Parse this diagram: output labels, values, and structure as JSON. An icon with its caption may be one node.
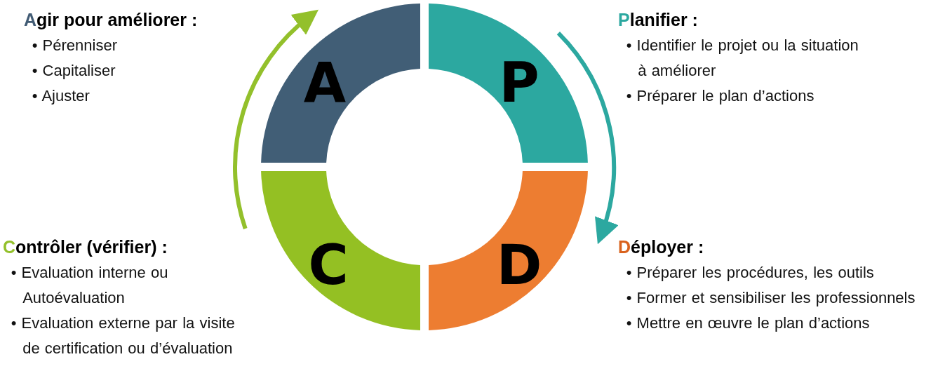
{
  "diagram": {
    "nodes": [
      {
        "text": [
          "A"
        ],
        "beside": [
          "Agir pour améliorer :",
          "• Pérenniser",
          "• Capitaliser",
          "• Ajuster"
        ]
      },
      {
        "text": [
          "P"
        ],
        "beside": [
          "Planifier :",
          "• Identifier le projet ou la situation à améliorer",
          "• Préparer le plan d’actions"
        ]
      },
      {
        "text": [
          "C"
        ],
        "beside": [
          "Contrôler (vérifier) :",
          "• Evaluation interne ou Autoévaluation",
          "• Evaluation externe par la visite de certification ou d’évaluation"
        ]
      },
      {
        "text": [
          "D"
        ],
        "beside": [
          "Déployer :",
          "• Préparer les procédures, les outils",
          "• Former et sensibiliser les professionnels",
          "• Mettre en œuvre le plan d’actions"
        ]
      }
    ],
    "edges": [
      {
        "from": 1,
        "to": 3,
        "arrow": "to",
        "color": "#2ca8a0"
      },
      {
        "from": 2,
        "to": 0,
        "arrow": "to",
        "color": "#93c02b"
      }
    ]
  }
}
